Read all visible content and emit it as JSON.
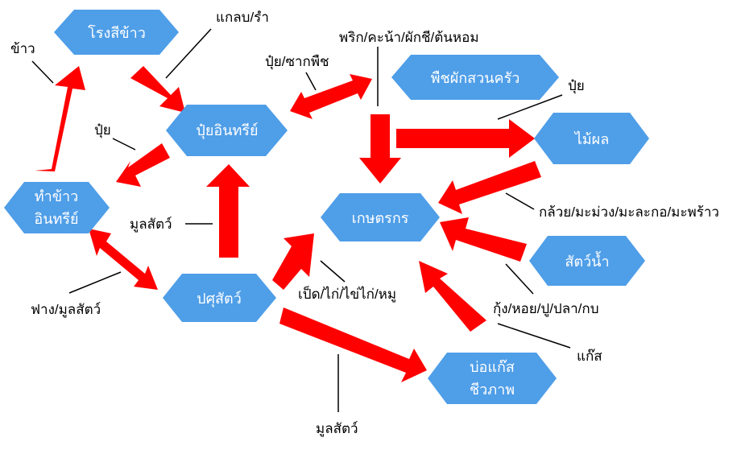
{
  "colors": {
    "node_fill": "#4f9ee8",
    "arrow_fill": "#ff0000",
    "leader_line": "#000000",
    "node_text": "#ffffff"
  },
  "nodes": {
    "rice_mill": "โรงสีข้าว",
    "organic_fertilizer": "ปุ๋ยอินทรีย์",
    "organic_rice_line1": "ทำข้าว",
    "organic_rice_line2": "อินทรีย์",
    "livestock": "ปศุสัตว์",
    "farmer": "เกษตรกร",
    "kitchen_garden": "พืชผักสวนครัว",
    "fruit_trees": "ไม้ผล",
    "aquatic_animals": "สัตว์น้ำ",
    "biogas_line1": "บ่อแก๊ส",
    "biogas_line2": "ชีวภาพ"
  },
  "labels": {
    "rice": "ข้าว",
    "bran": "แกลบ/รำ",
    "fert_residue": "ปุ๋ย/ซากพืช",
    "vegetables": "พริก/คะน้า/ผักชี/ต้นหอม",
    "fert_to_rice": "ปุ๋ย",
    "fert_to_fruit": "ปุ๋ย",
    "manure_up": "มูลสัตว์",
    "fruits": "กล้วย/มะม่วง/มะละกอ/มะพร้าว",
    "straw_manure": "ฟาง/มูลสัตว์",
    "poultry": "เป็ด/ไก่/ไข่ไก่/หมู",
    "seafood": "กุ้ง/หอย/ปู/ปลา/กบ",
    "gas": "แก๊ส",
    "manure_bottom": "มูลสัตว์"
  }
}
